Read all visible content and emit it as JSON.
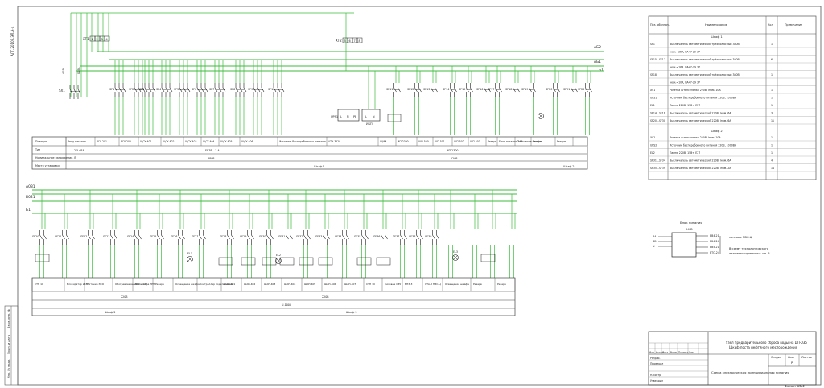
{
  "colors": {
    "wire": "#3dbb3d",
    "ink": "#1a1a1a",
    "grid": "#555555",
    "paper": "#ffffff"
  },
  "margin": {
    "top_code": "АЛГ.20109.ЭЛ.А-4",
    "stamps": [
      "Инв. № подл.",
      "Подп. и дата",
      "Взам. инв. №"
    ]
  },
  "panel1": {
    "lines": {
      "line_a": "АБ2",
      "line_b": "АБ1",
      "line_c": "Б1"
    },
    "terminal_xt1": "XT1",
    "terminal_xt2": "XT2",
    "terminal_xt1_cells": [
      "1",
      "2",
      "3",
      "4"
    ],
    "terminal_xt2_cells": [
      "5",
      "6",
      "7",
      "8"
    ],
    "input_switch": "SX1",
    "input_labels": [
      "А1В1",
      "Б1В1"
    ],
    "breakers": [
      "SF1",
      "SF2",
      "SF3",
      "SF4",
      "SF5",
      "SF6",
      "SF7",
      "SF8",
      "SF9",
      "SF10",
      "SF11",
      "SF12",
      "SF13",
      "SF14",
      "SF15",
      "SF16",
      "SF17",
      "SF18",
      "SF19"
    ],
    "ups_label": "UPS1",
    "ups_terminals": [
      "L",
      "N",
      "PE"
    ],
    "ups_block": "ИБП",
    "ups_sub": [
      "L",
      "N"
    ],
    "table": {
      "row_labels": [
        "Позиция",
        "Тип",
        "Номинальное напряжение, В",
        "Место установки"
      ],
      "positions": [
        "Ввод питания",
        "РСУ-201",
        "РСУ-202",
        "ЩСУ-401",
        "ЩСУ-402",
        "ЩСУ-403",
        "ЩСУ-404",
        "ЩСУ-405",
        "ЩСУ-406",
        "Источник бесперебойного питания",
        "АТН 3520",
        "ЩМИ",
        "ИП-2300",
        "ШП-500",
        "ШП-501",
        "ШП-502",
        "ШП-503",
        "Резерв",
        "Блок питания 24В",
        "Освещение шкафа",
        "Резерв",
        "Резерв"
      ],
      "types": [
        "2,5 кВА",
        "ЕБЗР – 3 А",
        "ИП-2300"
      ],
      "voltages": [
        "380В",
        "220В"
      ],
      "places": [
        "Шкаф 1",
        "Шкаф 2"
      ]
    }
  },
  "panel2": {
    "lines": {
      "line_a": "А031",
      "line_b": "Б021",
      "line_c": "Б1"
    },
    "breakers": [
      "SF20",
      "SF21",
      "SF22",
      "SF23",
      "SF24",
      "SF25",
      "SF26",
      "SF27",
      "SF28",
      "SF29",
      "SF30",
      "SF31",
      "SF32",
      "SF33",
      "SF34",
      "SF35",
      "SF36",
      "SF37",
      "SF38",
      "SF39"
    ],
    "lamp_labels": [
      "EL1",
      "EL2",
      "EL3"
    ],
    "table": {
      "positions": [
        "СТН 10",
        "Блокиратор 24В",
        "Питание ЭСО",
        "Обогрев механизм. шкафа РРП",
        "ВНК 412",
        "Резерв",
        "Освещение шкафа",
        "Контроллер подключения",
        "ШАП-401",
        "ШАП-402",
        "ШАП-403",
        "ШАП-404",
        "ШАП-405",
        "ШАП-406",
        "ШАП-407",
        "СТН 10",
        "Силовое СЭУ",
        "ВПЭ-3",
        "СТА-3 ПВС-Ц",
        "Освещение шкафа",
        "Резерв",
        "Резерв"
      ],
      "voltage": "220В",
      "sub_label": "U-1000",
      "places": [
        "Шкаф 2",
        "Шкаф 3"
      ]
    }
  },
  "spec": {
    "headers": [
      "Поз. обознач.",
      "Наименование",
      "Кол",
      "Примечание"
    ],
    "section1": "Шкаф 1",
    "rows1": [
      {
        "pos": "SF1",
        "name": "Выключатель автоматический трёхполюсный 380В,",
        "qty": "1"
      },
      {
        "pos": "",
        "name": "Iном.=25А, ВА47-29 3P",
        "qty": ""
      },
      {
        "pos": "SF15...SF17",
        "name": "Выключатель автоматический трёхполюсный 380В,",
        "qty": "6"
      },
      {
        "pos": "",
        "name": "Iном.=16А, ВА47-29 3P",
        "qty": ""
      },
      {
        "pos": "SF18",
        "name": "Выключатель автоматический трёхполюсный 380В,",
        "qty": "1"
      },
      {
        "pos": "",
        "name": "Iном.=10А, ВА47-29 3P",
        "qty": ""
      },
      {
        "pos": "XS1",
        "name": "Розетка штепсельная 220В, Iном. 10А",
        "qty": "1"
      },
      {
        "pos": "UPS1",
        "name": "Источник бесперебойного питания 220В, 1000ВА",
        "qty": "1"
      },
      {
        "pos": "EL1",
        "name": "Лампа 220В, 15Вт, Е27",
        "qty": "1"
      },
      {
        "pos": "SF14...SF16",
        "name": "Выключатель автоматический 220В, Iном. 6А",
        "qty": "3"
      },
      {
        "pos": "SF20...SF30",
        "name": "Выключатель автоматический 220В, Iном. 6А",
        "qty": "11"
      }
    ],
    "section2": "Шкаф 2",
    "rows2": [
      {
        "pos": "XS2",
        "name": "Розетка штепсельная 220В, Iном. 10А",
        "qty": "1"
      },
      {
        "pos": "UPS2",
        "name": "Источник бесперебойного питания 220В, 1000ВА",
        "qty": "1"
      },
      {
        "pos": "EL2",
        "name": "Лампа 220В, 15Вт, Е27",
        "qty": "1"
      },
      {
        "pos": "SF31...SF34",
        "name": "Выключатель автоматический 220В, Iном. 6А",
        "qty": "4"
      },
      {
        "pos": "SF35...SF39",
        "name": "Выключатель автоматический 220В, Iном. 2А",
        "qty": "14"
      }
    ]
  },
  "psu": {
    "title": "Блок питания",
    "sub": "24 В",
    "inputs": [
      "ВА",
      "ВБ",
      "N"
    ],
    "outputs": [
      "ВВ4-21",
      "ВБ4-24",
      "ВВ5-21",
      "ВТО-24"
    ],
    "note1": "полевые ПВС-Ц",
    "note2": "В схему технологического",
    "note3": "автоматизированных ч.н. 5"
  },
  "title_block": {
    "title": "Узел предварительного сброса воды на ЦП-035",
    "subtitle": "Шкаф поста нефтяного месторождения",
    "sheet_name": "Схема электрическая принципиальная питания",
    "stage": "Стадия",
    "sheet": "Лист",
    "sheets": "Листов",
    "stage_val": "Р",
    "col_labels": [
      "Изм",
      "Кол.уч",
      "Лист",
      "№док",
      "Подпись",
      "Дата"
    ],
    "roles": [
      "Разраб.",
      "Проверил",
      "",
      "Н.контр",
      "Утвердил"
    ],
    "format": "Формат А3х2"
  }
}
